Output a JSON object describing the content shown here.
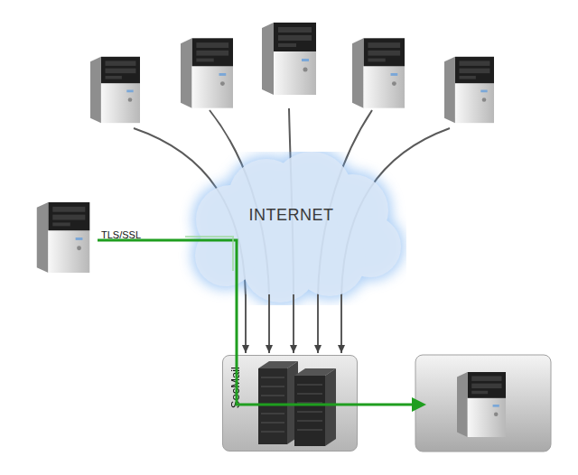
{
  "diagram": {
    "nodes": [
      {
        "text": [
          "INTERNET"
        ]
      },
      {
        "text": [
          "SecMail"
        ]
      }
    ],
    "edges": [
      {
        "from": 0,
        "to": 1,
        "arrow": "to"
      }
    ],
    "labels": [
      "TLS/SSL"
    ]
  }
}
